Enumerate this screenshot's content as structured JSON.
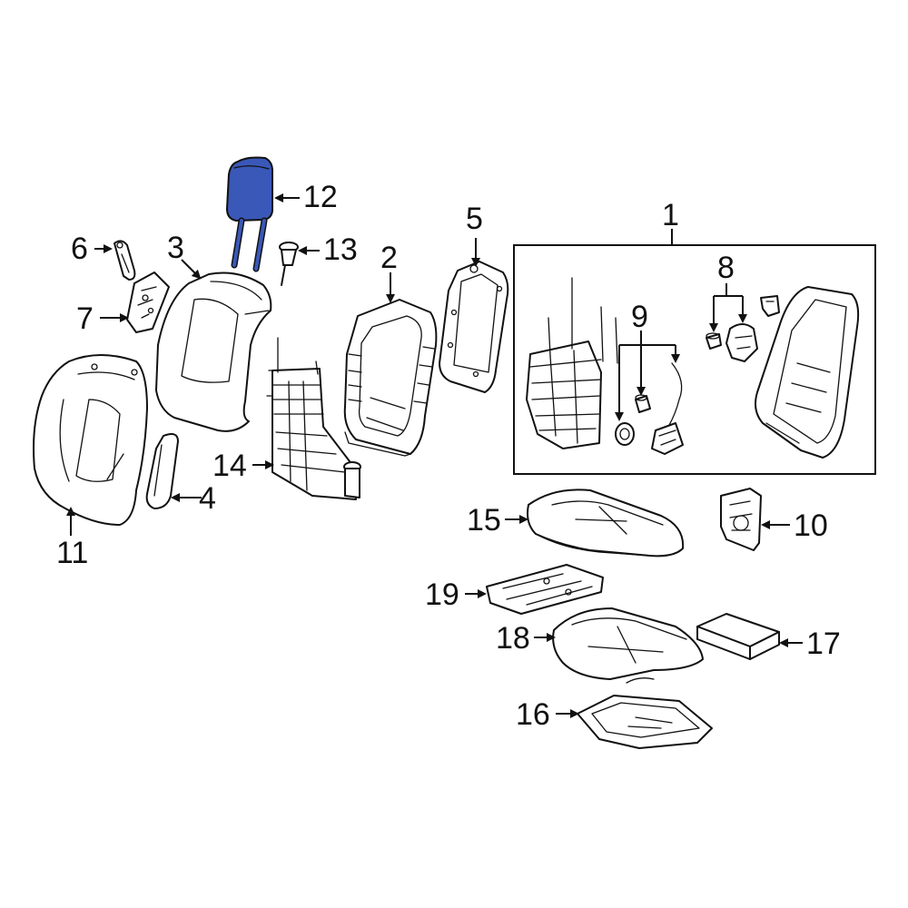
{
  "highlight_color": "#3a58b8",
  "callouts": {
    "c1": "1",
    "c2": "2",
    "c3": "3",
    "c4": "4",
    "c5": "5",
    "c6": "6",
    "c7": "7",
    "c8": "8",
    "c9": "9",
    "c10": "10",
    "c11": "11",
    "c12": "12",
    "c13": "13",
    "c14": "14",
    "c15": "15",
    "c16": "16",
    "c17": "17",
    "c18": "18",
    "c19": "19"
  }
}
